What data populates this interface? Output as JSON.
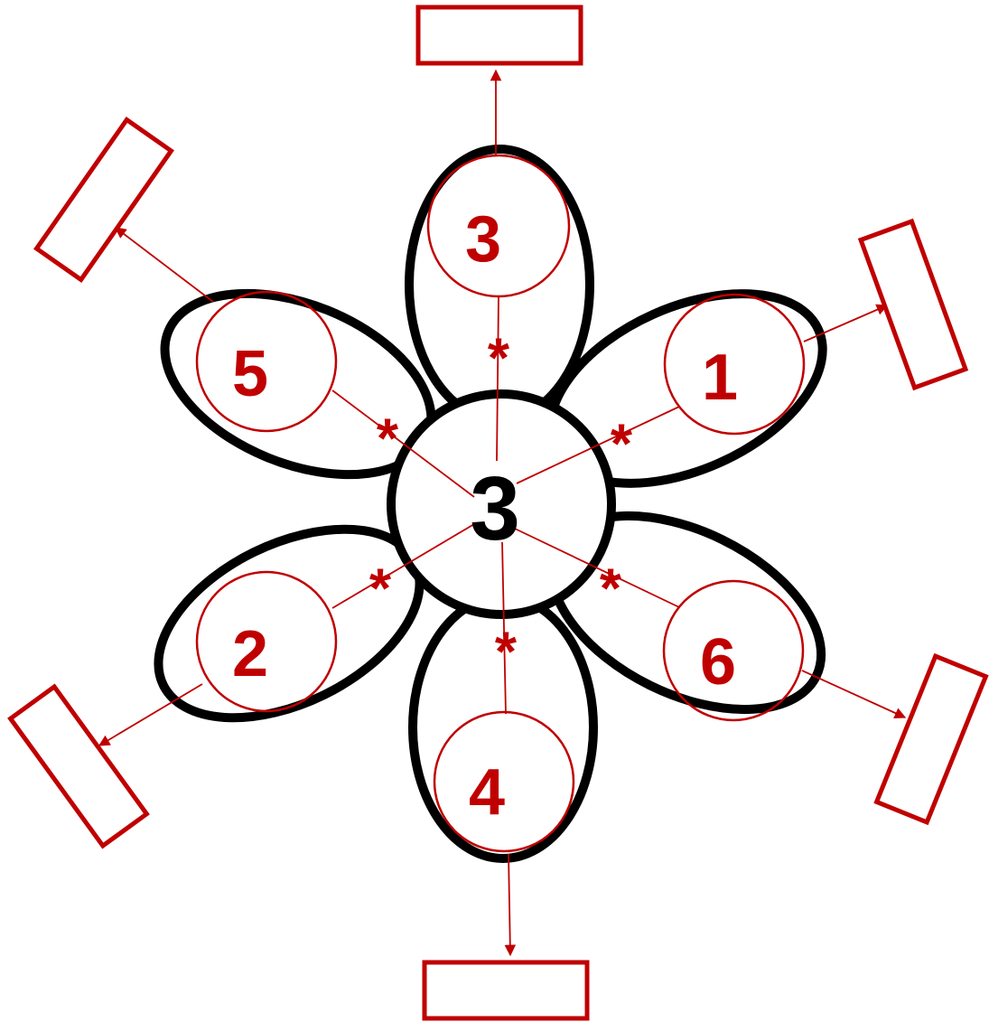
{
  "center": {
    "value": "3"
  },
  "operator": "*",
  "petals": [
    {
      "id": "top",
      "value": "3",
      "answer": ""
    },
    {
      "id": "upper-right",
      "value": "1",
      "answer": ""
    },
    {
      "id": "lower-right",
      "value": "6",
      "answer": ""
    },
    {
      "id": "bottom",
      "value": "4",
      "answer": ""
    },
    {
      "id": "lower-left",
      "value": "2",
      "answer": ""
    },
    {
      "id": "upper-left",
      "value": "5",
      "answer": ""
    }
  ],
  "colors": {
    "outline": "#000000",
    "accent": "#c00000",
    "background": "#ffffff"
  }
}
